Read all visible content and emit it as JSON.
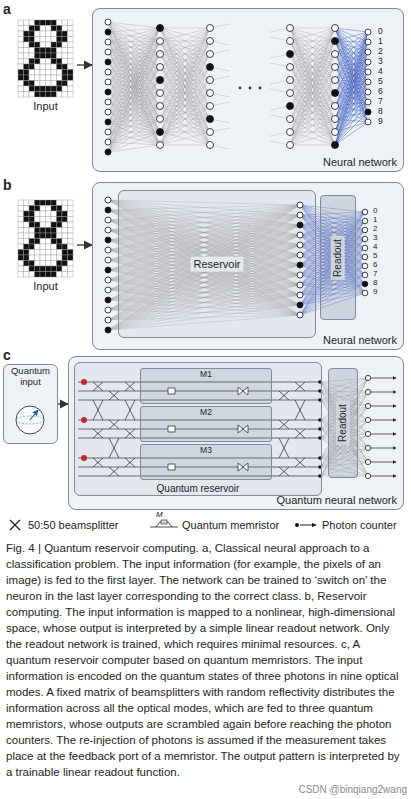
{
  "diagram": {
    "caption": "Fig. 4 | Quantum reservoir computing. a, Classical neural approach to a classification problem. The input information (for example, the pixels of an image) is fed to the first layer. The network can be trained to ‘switch on’ the neuron in the last layer corresponding to the correct class. b, Reservoir computing. The input information is mapped to a nonlinear, high-dimensional space, whose output is interpreted by a simple linear readout network. Only the readout network is trained, which requires minimal resources. c, A quantum reservoir computer based on quantum memristors. The input information is encoded on the quantum states of three photons in nine optical modes. A fixed matrix of beamsplitters with random reflectivity distributes the information across all the optical modes, which are fed to three quantum memristors, whose outputs are scrambled again before reaching the photon counters. The re-injection of photons is assumed if the measurement takes place at the feedback port of a memristor. The output pattern is interpreted by a trainable linear readout function.",
    "nodes": [
      {
        "text": [
          "Input"
        ]
      },
      {
        "text": [
          "Neural network"
        ]
      },
      {
        "text": [
          "Input"
        ]
      },
      {
        "text": [
          "Neural network"
        ]
      },
      {
        "text": [
          "Reservoir"
        ],
        "in": 3
      },
      {
        "text": [
          "Readout"
        ],
        "in": 3
      },
      {
        "text": [
          "Quantum input"
        ]
      },
      {
        "text": [
          "Quantum neural network"
        ]
      },
      {
        "text": [
          "Quantum reservoir"
        ],
        "in": 7
      },
      {
        "text": [
          "M1"
        ],
        "in": 8
      },
      {
        "text": [
          "M2"
        ],
        "in": 8
      },
      {
        "text": [
          "M3"
        ],
        "in": 8
      },
      {
        "text": [
          "Readout"
        ],
        "in": 7
      }
    ],
    "edges": [
      {
        "from": 0,
        "to": 1,
        "arrow": "to"
      },
      {
        "from": 2,
        "to": 3,
        "arrow": "to"
      },
      {
        "from": 6,
        "to": 7,
        "arrow": "to"
      }
    ],
    "labels": [
      "a",
      "0",
      "1",
      "2",
      "3",
      "4",
      "5",
      "6",
      "7",
      "8",
      "9",
      "b",
      "0",
      "1",
      "2",
      "3",
      "4",
      "5",
      "6",
      "7",
      "8",
      "9",
      "c",
      "M",
      "CSDN @binqiang2wang"
    ],
    "legend": [
      {
        "text": "50:50 beamsplitter"
      },
      {
        "text": "Quantum memristor"
      },
      {
        "text": "Photon counter"
      }
    ]
  }
}
